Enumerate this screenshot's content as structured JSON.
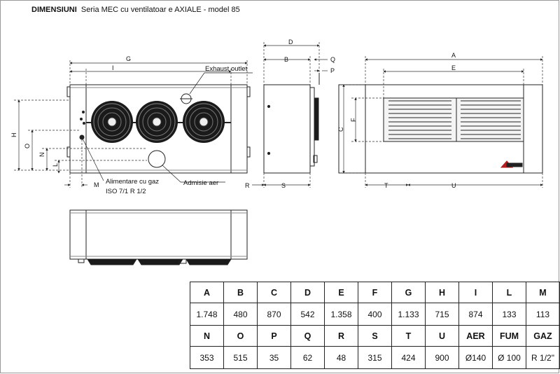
{
  "title": {
    "bold_part": "DIMENSIUNI",
    "rest": "Seria MEC cu ventilatoar e AXIALE - model 85"
  },
  "labels": {
    "exhaust_outlet": "Exhaust outlet",
    "alimentare": "Alimentare cu gaz",
    "iso": "ISO 7/1 R 1/2",
    "admisie": "Admisie aer"
  },
  "dim_letters": {
    "A": "A",
    "B": "B",
    "C": "C",
    "D": "D",
    "E": "E",
    "F": "F",
    "G": "G",
    "H": "H",
    "I": "I",
    "L": "L",
    "M": "M",
    "N": "N",
    "O": "O",
    "P": "P",
    "Q": "Q",
    "R": "R",
    "S": "S",
    "T": "T",
    "U": "U"
  },
  "table": {
    "row1_headers": [
      "A",
      "B",
      "C",
      "D",
      "E",
      "F",
      "G",
      "H",
      "I",
      "L",
      "M"
    ],
    "row1_values": [
      "1.748",
      "480",
      "870",
      "542",
      "1.358",
      "400",
      "1.133",
      "715",
      "874",
      "133",
      "113"
    ],
    "row2_headers": [
      "N",
      "O",
      "P",
      "Q",
      "R",
      "S",
      "T",
      "U",
      "AER",
      "FUM",
      "GAZ"
    ],
    "row2_values": [
      "353",
      "515",
      "35",
      "62",
      "48",
      "315",
      "424",
      "900",
      "Ø140",
      "Ø 100",
      "R 1/2\""
    ]
  }
}
